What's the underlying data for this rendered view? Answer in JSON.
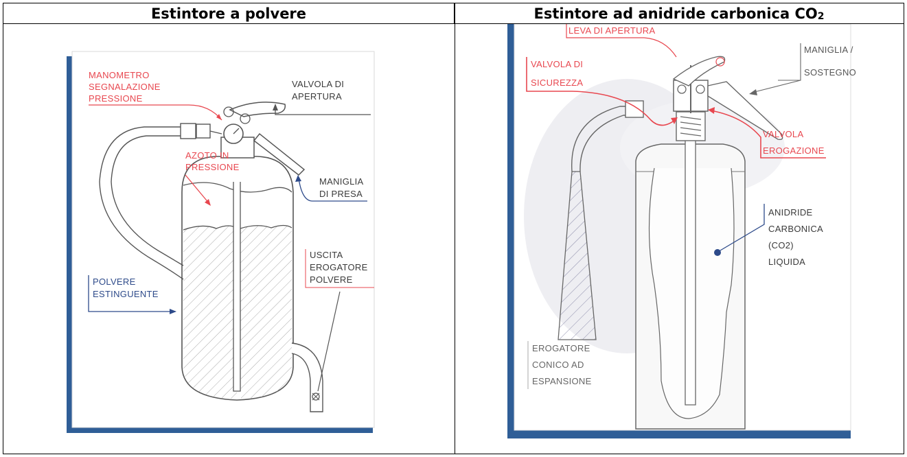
{
  "headers": {
    "left": "Estintore a polvere",
    "right_prefix": "Estintore ad anidride carbonica CO",
    "right_sub": "2"
  },
  "powder": {
    "manometro_l1": "MANOMETRO",
    "manometro_l2": "SEGNALAZIONE",
    "manometro_l3": "PRESSIONE",
    "valvola_l1": "VALVOLA DI",
    "valvola_l2": "APERTURA",
    "azoto_l1": "AZOTO IN",
    "azoto_l2": "PRESSIONE",
    "maniglia_l1": "MANIGLIA",
    "maniglia_l2": "DI PRESA",
    "uscita_l1": "USCITA",
    "uscita_l2": "EROGATORE",
    "uscita_l3": "POLVERE",
    "polvere_l1": "POLVERE",
    "polvere_l2": "ESTINGUENTE"
  },
  "co2": {
    "leva": "LEVA DI APERTURA",
    "maniglia_l1": "MANIGLIA /",
    "maniglia_l2": "SOSTEGNO",
    "sicurezza_l1": "VALVOLA DI",
    "sicurezza_l2": "SICUREZZA",
    "erogazione_l1": "VALVOLA",
    "erogazione_l2": "EROGAZIONE",
    "anidride_l1": "ANIDRIDE",
    "anidride_l2": "CARBONICA",
    "anidride_l3": "(CO2)",
    "anidride_l4": "LIQUIDA",
    "erogatore_l1": "EROGATORE",
    "erogatore_l2": "CONICO AD",
    "erogatore_l3": "ESPANSIONE"
  },
  "colors": {
    "red": "#e8474f",
    "navy": "#2d4a8a",
    "label_gray": "#3a3a3a",
    "line": "#555555",
    "frame_blue": "#2f5e97"
  }
}
